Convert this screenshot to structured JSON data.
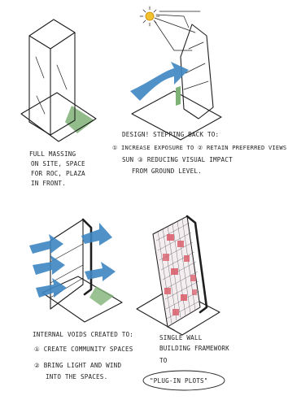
{
  "colors": {
    "ink": "#1e1e1e",
    "blue": "#3d86c2",
    "green": "#7fb277",
    "red": "#d9606e",
    "yellow": "#f2c230"
  },
  "icons": [
    "sun-icon"
  ],
  "notes": {
    "panel1": [
      "FULL MASSING",
      "ON SITE, SPACE",
      "FOR ROC, PLAZA",
      "IN FRONT."
    ],
    "panel2": [
      "DESIGN! STEPPING BACK TO:",
      "① INCREASE EXPOSURE TO  ② RETAIN PREFERRED VIEWS",
      "SUN  ③ REDUCING VISUAL IMPACT",
      "FROM GROUND LEVEL."
    ],
    "panel3": [
      "INTERNAL VOIDS CREATED TO:",
      "① CREATE COMMUNITY SPACES",
      "② BRING LIGHT AND WIND",
      "INTO THE SPACES."
    ],
    "panel4": [
      "SINGLE WALL",
      "BUILDING FRAMEWORK",
      "TO",
      "\"PLUG-IN PLOTS\""
    ]
  }
}
